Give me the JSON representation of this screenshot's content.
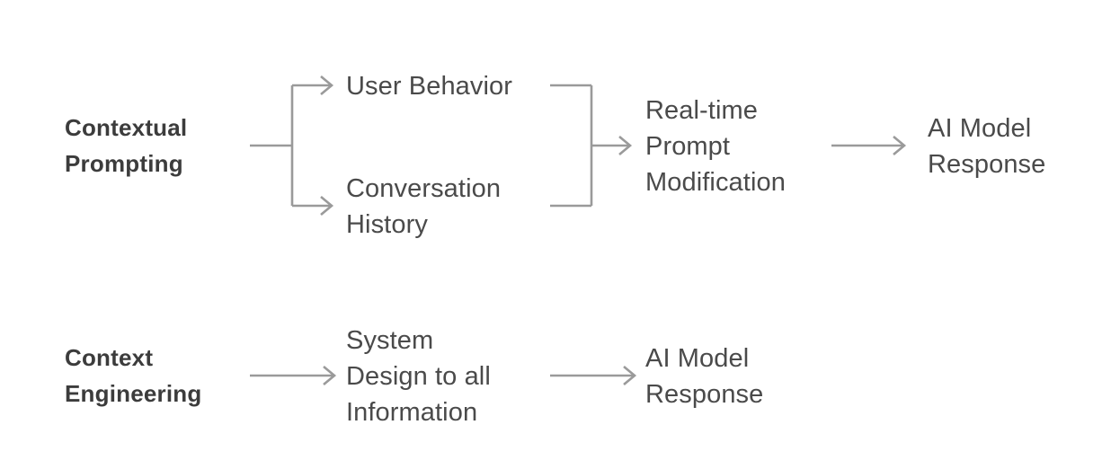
{
  "diagram": {
    "background_color": "#ffffff",
    "connector_color": "#9a9a9a",
    "label_color": "#3c3c3c",
    "node_text_color": "#4a4a4a",
    "rows": [
      {
        "id": "contextual-prompting",
        "label": "Contextual\nPrompting",
        "nodes": [
          {
            "id": "user-behavior",
            "text": "User Behavior"
          },
          {
            "id": "conversation-history",
            "text": "Conversation\nHistory"
          },
          {
            "id": "realtime-prompt-modification",
            "text": "Real-time\nPrompt\nModification"
          },
          {
            "id": "ai-model-response-top",
            "text": "AI Model\nResponse"
          }
        ]
      },
      {
        "id": "context-engineering",
        "label": "Context\nEngineering",
        "nodes": [
          {
            "id": "system-design-to-all-information",
            "text": "System\nDesign to all\nInformation"
          },
          {
            "id": "ai-model-response-bottom",
            "text": "AI Model\nResponse"
          }
        ]
      }
    ],
    "connectors": [
      {
        "id": "stem-contextual-to-split",
        "kind": "line",
        "arrowhead": false
      },
      {
        "id": "split-bracket",
        "kind": "bracket-split",
        "arrowhead": true,
        "branches": 2
      },
      {
        "id": "merge-bracket",
        "kind": "bracket-merge",
        "arrowhead": true,
        "branches": 2
      },
      {
        "id": "arrow-prompt-mod-to-response",
        "kind": "arrow",
        "arrowhead": true
      },
      {
        "id": "arrow-context-eng-to-system-design",
        "kind": "arrow",
        "arrowhead": true
      },
      {
        "id": "arrow-system-design-to-response",
        "kind": "arrow",
        "arrowhead": true
      }
    ]
  }
}
